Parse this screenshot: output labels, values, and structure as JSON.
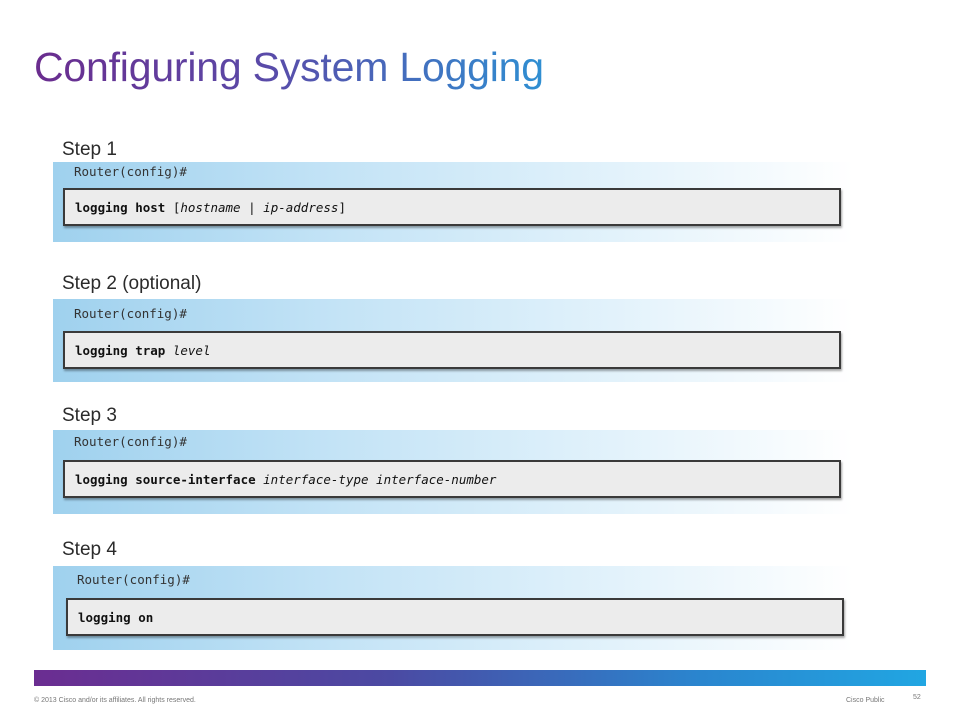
{
  "slide": {
    "title": "Configuring System Logging",
    "steps": [
      {
        "label": "Step 1",
        "prompt": "Router(config)#",
        "command": [
          {
            "text": "logging host",
            "style": "kw"
          },
          {
            "text": " [",
            "style": "br"
          },
          {
            "text": "hostname",
            "style": "arg"
          },
          {
            "text": " | ",
            "style": "br"
          },
          {
            "text": "ip-address",
            "style": "arg"
          },
          {
            "text": "]",
            "style": "br"
          }
        ]
      },
      {
        "label": "Step 2 (optional)",
        "prompt": "Router(config)#",
        "command": [
          {
            "text": "logging trap",
            "style": "kw"
          },
          {
            "text": " ",
            "style": "br"
          },
          {
            "text": "level",
            "style": "arg"
          }
        ]
      },
      {
        "label": "Step 3",
        "prompt": "Router(config)#",
        "command": [
          {
            "text": "logging source-interface",
            "style": "kw"
          },
          {
            "text": " ",
            "style": "br"
          },
          {
            "text": "interface-type interface-number",
            "style": "arg"
          }
        ]
      },
      {
        "label": "Step 4",
        "prompt": "Router(config)#",
        "command": [
          {
            "text": "logging on",
            "style": "kw"
          }
        ]
      }
    ]
  },
  "footer": {
    "copyright": "© 2013 Cisco and/or its affiliates. All rights reserved.",
    "classification": "Cisco Public",
    "page_number": "52"
  },
  "colors": {
    "title_start": "#6a2c8e",
    "title_end": "#2f8fd2",
    "band": "#9fd1ee",
    "command_box": "#ececec"
  }
}
